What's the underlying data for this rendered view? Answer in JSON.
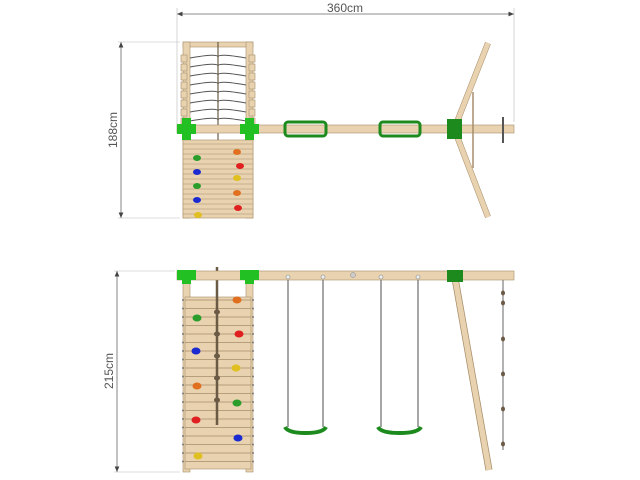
{
  "dimensions": {
    "width_label": "360cm",
    "depth_label": "188cm",
    "height_label": "215cm"
  },
  "colors": {
    "wood": "#e8d2b0",
    "wood_edge": "#a88e6a",
    "bracket": "#22c022",
    "seat": "#1d8a1d",
    "rope": "#6b5a45",
    "dimension_line": "#999999"
  },
  "holds_top": [
    "#2a9d2a",
    "#e07020",
    "#e02020",
    "#1a2ad0",
    "#e0c020",
    "#2a9d2a",
    "#e07020",
    "#1a2ad0",
    "#e02020",
    "#e0c020"
  ],
  "holds_front": [
    "#e07020",
    "#2a9d2a",
    "#e02020",
    "#1a2ad0",
    "#e0c020",
    "#e07020",
    "#2a9d2a",
    "#e02020",
    "#1a2ad0",
    "#e0c020"
  ]
}
